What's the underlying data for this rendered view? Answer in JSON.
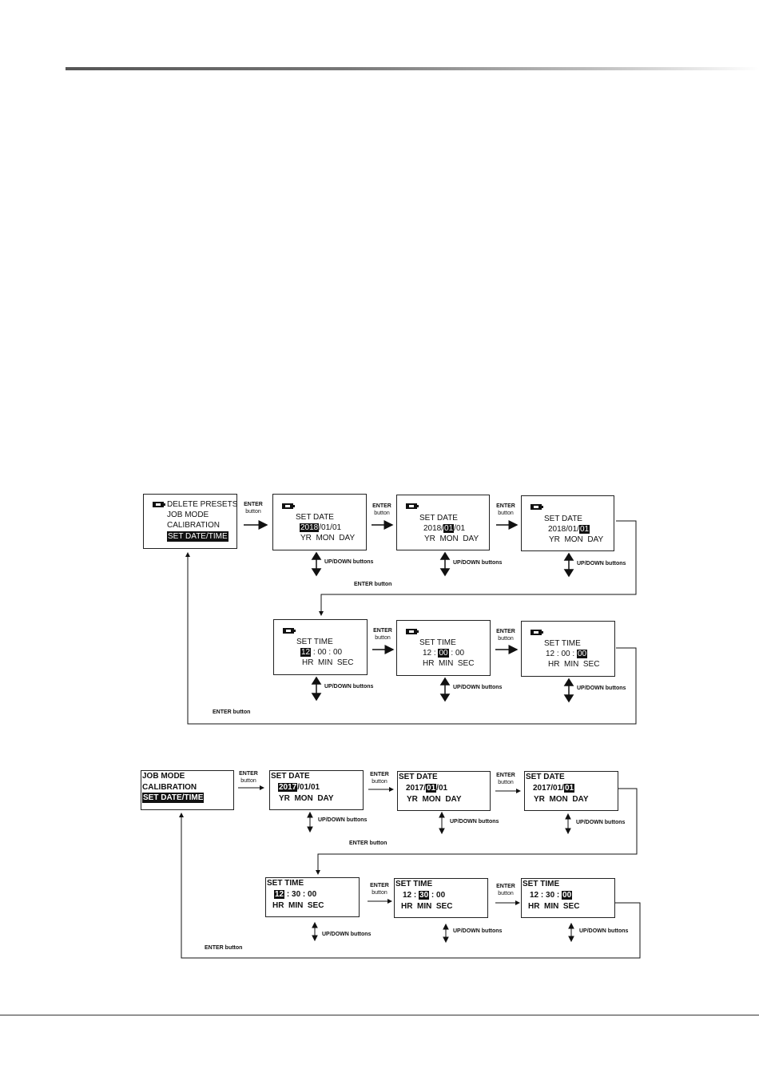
{
  "labels": {
    "enter": "ENTER",
    "button": "button",
    "enter_button": "ENTER button",
    "updown": "UP/DOWN buttons"
  },
  "diagram1": {
    "menu": [
      "DELETE PRESETS",
      "JOB MODE",
      "CALIBRATION",
      "SET DATE/TIME"
    ],
    "set_date": "SET DATE",
    "set_time": "SET TIME",
    "year": "2018",
    "month": "01",
    "day": "01",
    "hour": "12",
    "minute": "00",
    "second": "00",
    "date_units": "YR  MON  DAY",
    "time_units": "HR  MIN  SEC"
  },
  "diagram2": {
    "menu": [
      "JOB MODE",
      "CALIBRATION",
      "SET DATE/TIME"
    ],
    "set_date": "SET DATE",
    "set_time": "SET TIME",
    "year": "2017",
    "month": "01",
    "day": "01",
    "hour": "12",
    "minute": "30",
    "second": "00",
    "date_units": "YR  MON  DAY",
    "time_units": "HR  MIN  SEC"
  },
  "sep": {
    "slash": "/",
    "colon": " : "
  }
}
